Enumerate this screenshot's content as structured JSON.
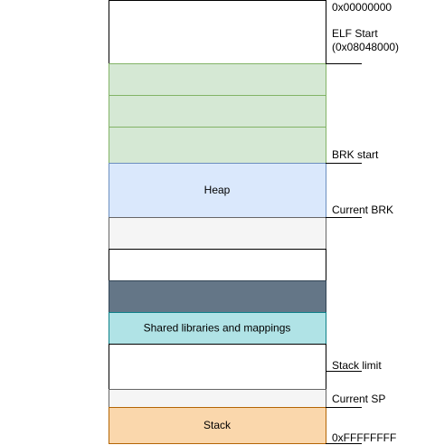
{
  "memory_map": {
    "segments": [
      {
        "id": "elf-header",
        "label": "",
        "fill": "#ffffff",
        "stroke": "#000000"
      },
      {
        "id": "elf-section-1",
        "label": "",
        "fill": "#d5e8d4",
        "stroke": "#82b366"
      },
      {
        "id": "elf-section-2",
        "label": "",
        "fill": "#d5e8d4",
        "stroke": "#82b366"
      },
      {
        "id": "elf-section-3",
        "label": "",
        "fill": "#d5e8d4",
        "stroke": "#82b366"
      },
      {
        "id": "heap",
        "label": "Heap",
        "fill": "#dae8fc",
        "stroke": "#6c8ebf"
      },
      {
        "id": "unused-1",
        "label": "",
        "fill": "#f5f5f5",
        "stroke": "#666666"
      },
      {
        "id": "unused-2",
        "label": "",
        "fill": "#ffffff",
        "stroke": "#000000"
      },
      {
        "id": "reserved",
        "label": "",
        "fill": "#647687",
        "stroke": "#314354"
      },
      {
        "id": "shared-libraries",
        "label": "Shared libraries and mappings",
        "fill": "#b0e3e6",
        "stroke": "#0e8088"
      },
      {
        "id": "free-below-libs",
        "label": "",
        "fill": "#ffffff",
        "stroke": "#000000"
      },
      {
        "id": "stack-reserve",
        "label": "",
        "fill": "#f5f5f5",
        "stroke": "#666666"
      },
      {
        "id": "stack",
        "label": "Stack",
        "fill": "#fad7ac",
        "stroke": "#b46504"
      }
    ],
    "markers": [
      {
        "id": "addr-start",
        "lines": [
          "0x00000000"
        ]
      },
      {
        "id": "elf-start",
        "lines": [
          "ELF Start",
          "(0x08048000)"
        ]
      },
      {
        "id": "brk-start",
        "lines": [
          "BRK start"
        ]
      },
      {
        "id": "current-brk",
        "lines": [
          "Current BRK"
        ]
      },
      {
        "id": "stack-limit",
        "lines": [
          "Stack limit"
        ]
      },
      {
        "id": "current-sp",
        "lines": [
          "Current SP"
        ]
      },
      {
        "id": "addr-end",
        "lines": [
          "0xFFFFFFFF"
        ]
      }
    ]
  }
}
